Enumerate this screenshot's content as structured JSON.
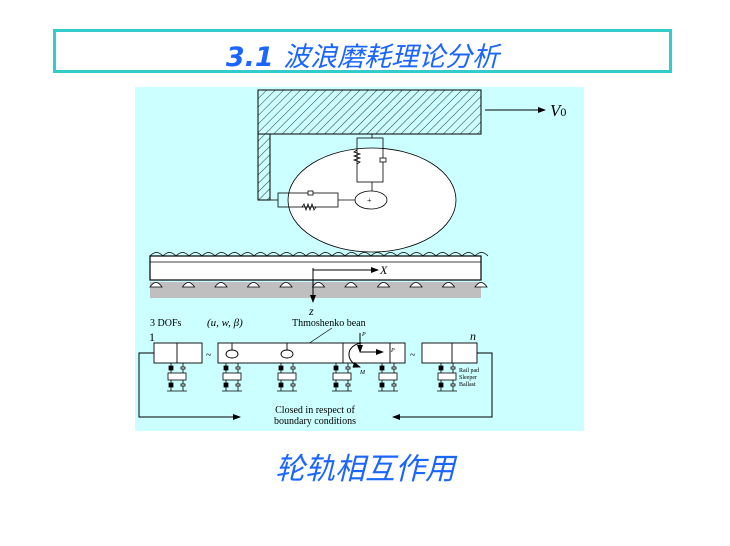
{
  "slide": {
    "title_number": "3.1",
    "title_text": "波浪磨耗理论分析",
    "caption": "轮轨相互作用",
    "accent_color": "#1a66ff",
    "border_color": "#33cccc",
    "diagram_background": "#ccffff"
  },
  "diagram": {
    "velocity_label": "V",
    "velocity_subscript": "0",
    "x_axis_label": "X",
    "z_axis_label": "z",
    "dofs_label": "3 DOFs",
    "dofs_vars": "(u, w, β)",
    "beam_label": "Thmoshenko bean",
    "first_element": "1",
    "last_element": "n",
    "force_vertical": "P",
    "force_horizontal": "P",
    "moment": "M",
    "rail_pad": "Rail pad",
    "sleeper": "Sleeper",
    "ballast": "Ballast",
    "boundary_line1": "Closed in respect of",
    "boundary_line2": "boundary conditions"
  }
}
